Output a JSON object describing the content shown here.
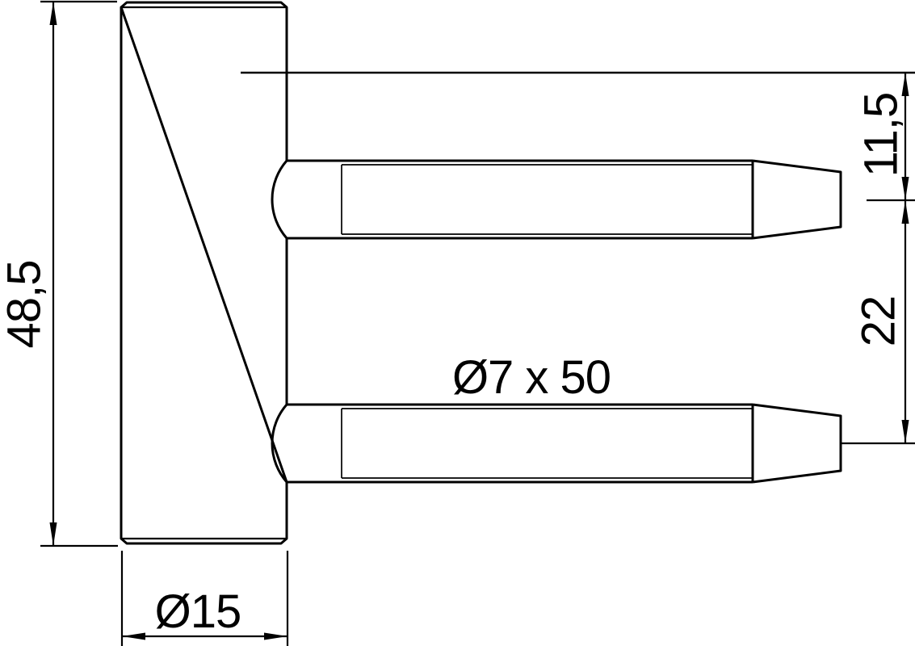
{
  "drawing": {
    "kind": "technical-drawing",
    "background_color": "#ffffff",
    "line_color": "#000000",
    "labels": {
      "body_height": "48,5",
      "body_diameter": "Ø15",
      "pin_spec": "Ø7 x 50",
      "pin_offset_from_top": "11,5",
      "pin_center_distance": "22"
    }
  }
}
